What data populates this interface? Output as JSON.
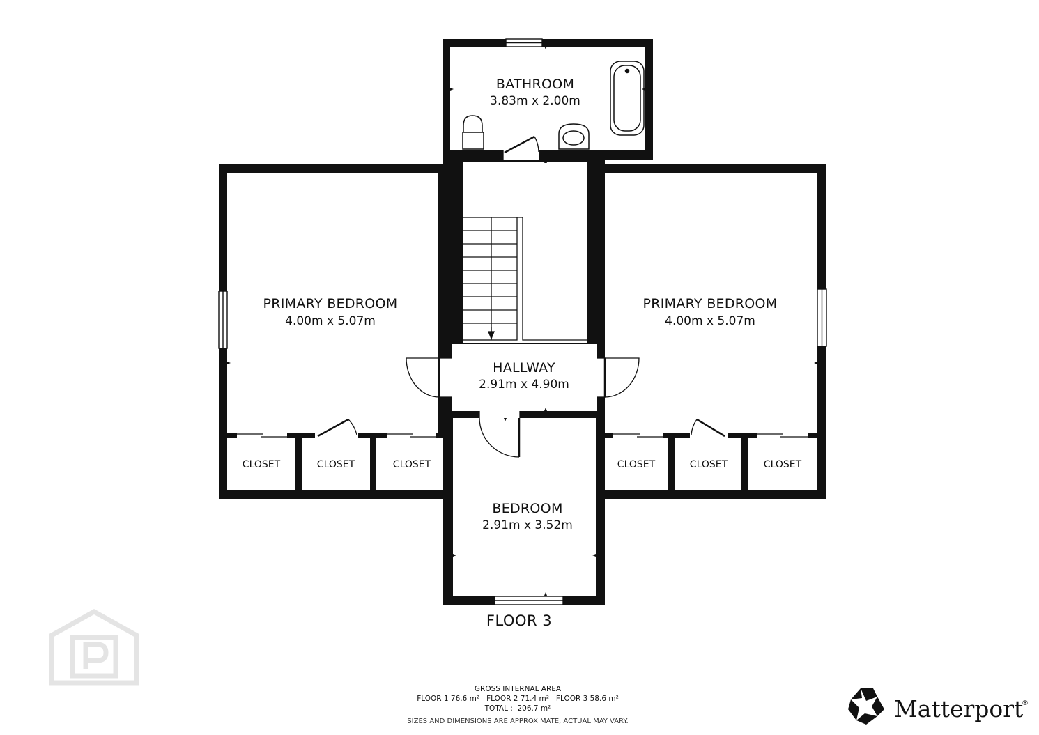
{
  "rooms": {
    "bathroom": {
      "name": "BATHROOM",
      "dims": "3.83m x 2.00m"
    },
    "primary_left": {
      "name": "PRIMARY BEDROOM",
      "dims": "4.00m x 5.07m"
    },
    "primary_right": {
      "name": "PRIMARY BEDROOM",
      "dims": "4.00m x 5.07m"
    },
    "hallway": {
      "name": "HALLWAY",
      "dims": "2.91m x 4.90m"
    },
    "bedroom": {
      "name": "BEDROOM",
      "dims": "2.91m x 3.52m"
    }
  },
  "closets": [
    "CLOSET",
    "CLOSET",
    "CLOSET",
    "CLOSET",
    "CLOSET",
    "CLOSET"
  ],
  "floor_title": "FLOOR 3",
  "area": {
    "heading": "GROSS INTERNAL AREA",
    "floors": "FLOOR 1 76.6 m²   FLOOR 2 71.4 m²   FLOOR 3 58.6 m²",
    "total": "TOTAL :  206.7 m²",
    "note": "SIZES AND DIMENSIONS ARE APPROXIMATE, ACTUAL MAY VARY."
  },
  "brand": {
    "name": "Matterport",
    "mark": "®",
    "logo_icon": "matterport-logo-icon"
  },
  "watermark": {
    "icon": "property-watermark-icon"
  },
  "colors": {
    "wall": "#111111",
    "background": "#ffffff",
    "watermark": "#e6e6e6"
  }
}
